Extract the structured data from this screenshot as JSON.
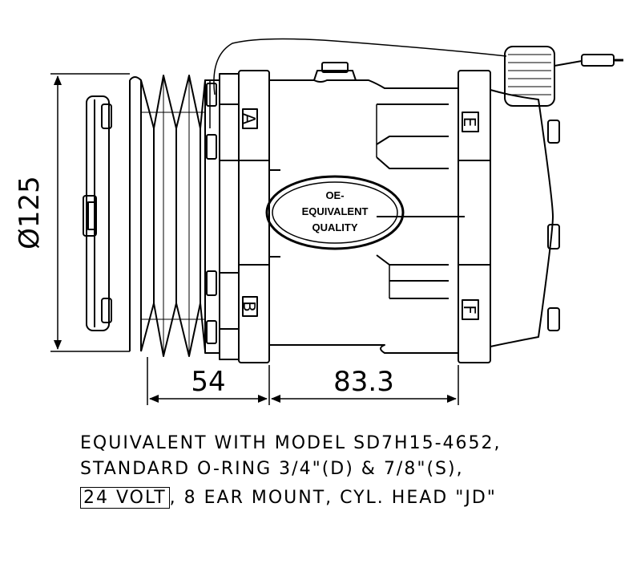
{
  "dimensions": {
    "diameter": "Ø125",
    "pulley_width": "54",
    "body_length": "83.3"
  },
  "ports": {
    "a": "A",
    "b": "B",
    "e": "E",
    "f": "F"
  },
  "badge": {
    "line1": "OE-",
    "line2": "EQUIVALENT",
    "line3": "QUALITY"
  },
  "spec": {
    "line1": "EQUIVALENT WITH MODEL SD7H15-4652,",
    "line2": "STANDARD O-RING 3/4\"(D) & 7/8\"(S),",
    "voltage": "24 VOLT",
    "line3_rest": ", 8 EAR MOUNT, CYL. HEAD \"JD\""
  }
}
